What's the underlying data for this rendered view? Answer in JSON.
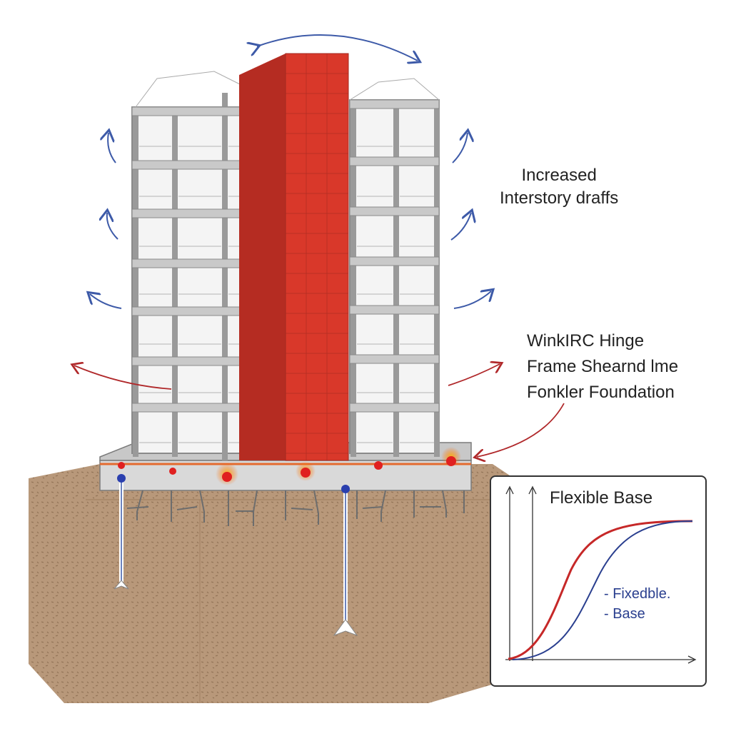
{
  "labels": {
    "drifts_line1": "Increased",
    "drifts_line2": "Interstory draffs",
    "hinge_line1": "WinkIRC Hinge",
    "hinge_line2": "Frame Shearnd lme",
    "hinge_line3": "Fonkler Foundation"
  },
  "inset": {
    "title": "Flexible Base",
    "legend_line1": "- Fixedble.",
    "legend_line2": "- Base"
  },
  "colors": {
    "core_red": "#d9382a",
    "frame_gray": "#9a9a9a",
    "soil": "#b39372",
    "arrow_blue": "#3d5aa8",
    "arrow_red": "#b0282a",
    "curve_red": "#c62828",
    "curve_blue": "#2a3f8f"
  },
  "icons": [
    "sway-arrow-icon",
    "hinge-dot-icon",
    "pile-icon"
  ]
}
